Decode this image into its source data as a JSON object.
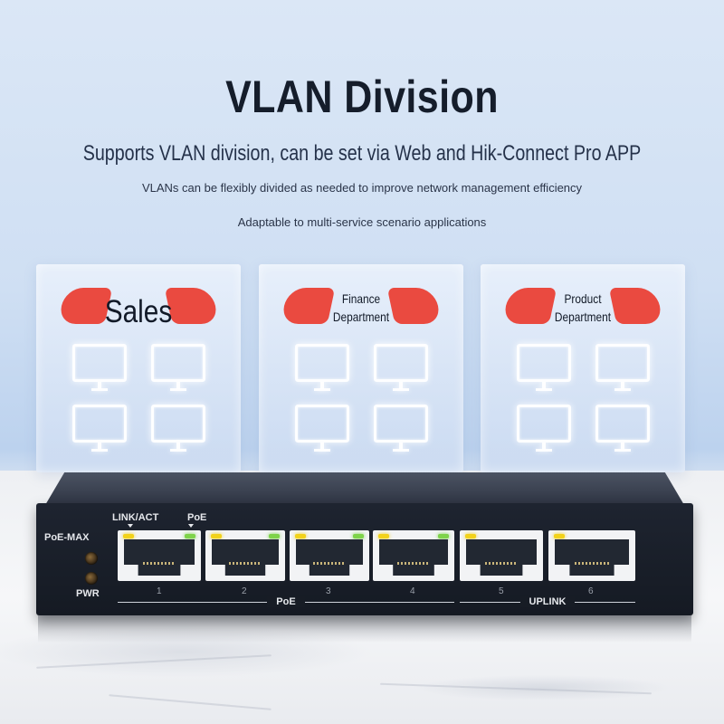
{
  "header": {
    "title": "VLAN Division",
    "subtitle": "Supports VLAN division, can be set via Web and Hik-Connect Pro APP",
    "line1": "VLANs can be flexibly divided as needed to improve network management efficiency",
    "line2": "Adaptable to multi-service scenario applications"
  },
  "vlans": [
    {
      "label": "Sales"
    },
    {
      "label_line1": "Finance",
      "label_line2": "Department"
    },
    {
      "label_line1": "Product",
      "label_line2": "Department"
    }
  ],
  "switch": {
    "poe_max_label": "PoE-MAX",
    "pwr_label": "PWR",
    "link_act_label": "LINK/ACT",
    "poe_led_label": "PoE",
    "port_numbers": [
      "1",
      "2",
      "3",
      "4",
      "5",
      "6"
    ],
    "poe_group_label": "PoE",
    "uplink_group_label": "UPLINK"
  },
  "colors": {
    "tag": "#ea4a40",
    "led_link": "#f2d21b",
    "led_poe": "#7ed34a"
  },
  "icons": [
    "monitor-icon"
  ]
}
